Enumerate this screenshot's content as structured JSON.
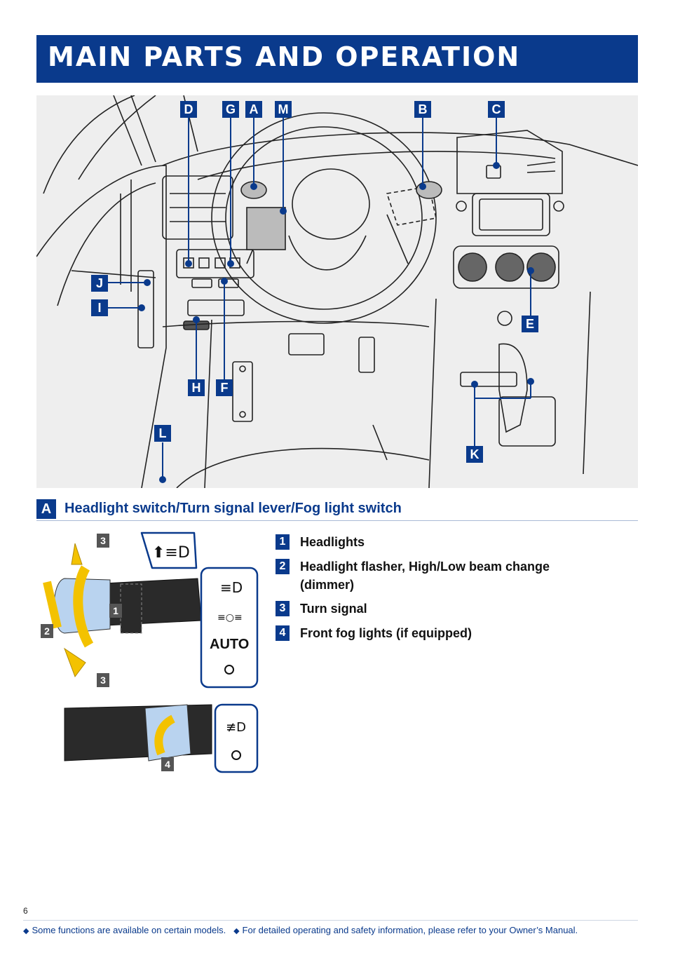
{
  "header": {
    "title": "MAIN PARTS AND OPERATION"
  },
  "diagram": {
    "callouts": {
      "D": "D",
      "G": "G",
      "A": "A",
      "M": "M",
      "B": "B",
      "C": "C",
      "J": "J",
      "I": "I",
      "E": "E",
      "H": "H",
      "F": "F",
      "L": "L",
      "K": "K"
    }
  },
  "section_a": {
    "letter": "A",
    "title": "Headlight switch/Turn signal lever/Fog light switch",
    "items": [
      {
        "num": "1",
        "text": "Headlights"
      },
      {
        "num": "2",
        "text": "Headlight flasher, High/Low beam change (dimmer)"
      },
      {
        "num": "3",
        "text": "Turn signal"
      },
      {
        "num": "4",
        "text": "Front fog lights (if equipped)"
      }
    ],
    "illustration": {
      "labels": {
        "n1": "1",
        "n2": "2",
        "n3a": "3",
        "n3b": "3",
        "n4": "4"
      },
      "auto_label": "AUTO"
    }
  },
  "page": {
    "number": "6"
  },
  "footer": {
    "note1": "Some functions are available on certain models.",
    "note2": "For detailed operating and safety information, please refer to your Owner’s Manual."
  },
  "colors": {
    "brand_blue": "#0a3a8c",
    "arrow_yellow": "#f3c200",
    "light_blue": "#b9d3ef"
  }
}
